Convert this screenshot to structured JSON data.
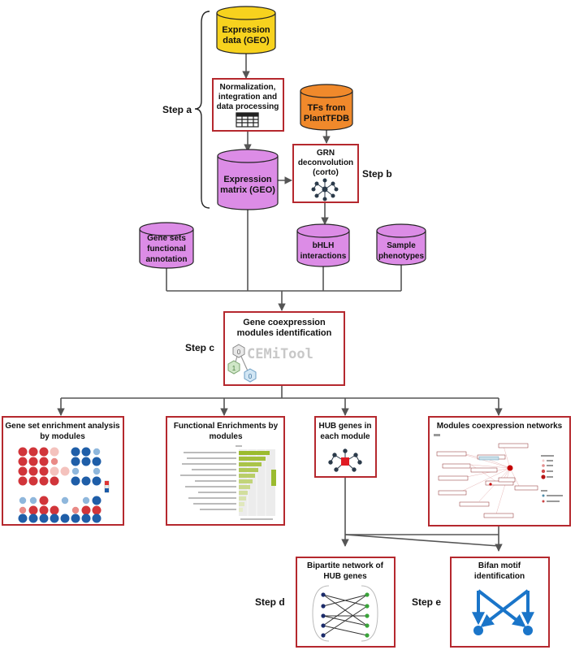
{
  "steps": {
    "a": "Step a",
    "b": "Step b",
    "c": "Step c",
    "d": "Step d",
    "e": "Step e"
  },
  "nodes": {
    "expression_data": [
      "Expression",
      "data (GEO)"
    ],
    "normalization": [
      "Normalization,",
      "integration and",
      "data processing"
    ],
    "tfs": [
      "TFs from",
      "PlantTFDB"
    ],
    "expression_matrix": [
      "Expression",
      "matrix (GEO)"
    ],
    "grn": [
      "GRN",
      "deconvolution",
      "(corto)"
    ],
    "gene_sets": [
      "Gene sets",
      "functional",
      "annotation"
    ],
    "bhlh": [
      "bHLH",
      "interactions"
    ],
    "sample_phenotypes": [
      "Sample",
      "phenotypes"
    ],
    "coexpression": [
      "Gene coexpression",
      "modules identification"
    ],
    "cemitool_logo": "CEMiTool",
    "gsea": [
      "Gene set enrichment analysis",
      "by modules"
    ],
    "functional": [
      "Functional Enrichments by",
      "modules"
    ],
    "hub": [
      "HUB genes in",
      "each module"
    ],
    "modules_network": [
      "Modules coexpression networks"
    ],
    "bipartite": [
      "Bipartite network of",
      "HUB genes"
    ],
    "bifan": [
      "Bifan motif",
      "identification"
    ]
  },
  "colors": {
    "box_border": "#b5282e",
    "yellow": "#f7d21e",
    "orange": "#f0892b",
    "purple": "#dc8ce6",
    "accent_blue": "#1a75c9"
  },
  "icons": {
    "table": "table-icon",
    "network": "network-icon",
    "hub": "hub-network-icon",
    "bifan": "bifan-motif-icon"
  }
}
